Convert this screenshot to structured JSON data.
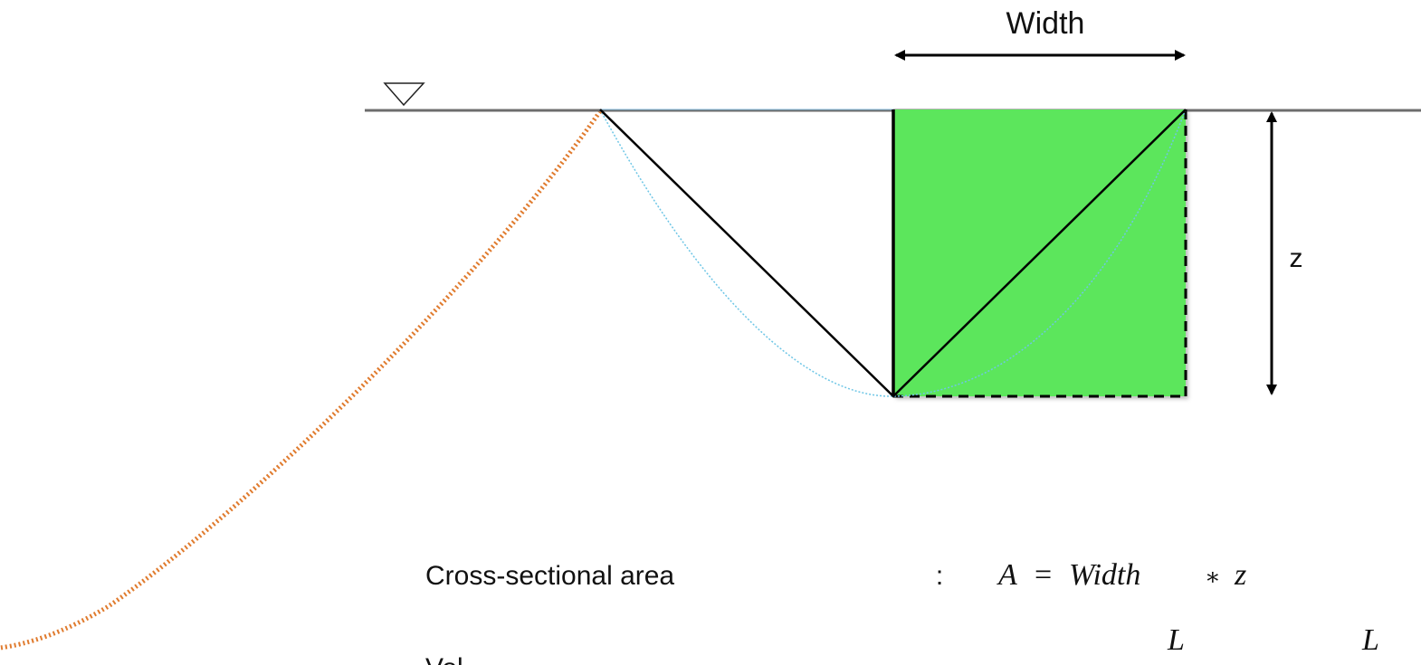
{
  "width_label": "Width",
  "depth_label": "z",
  "formulas": [
    {
      "label": "Cross-sectional area",
      "colon": ":",
      "lhs": "A",
      "equals": "=",
      "rhs_term": "Width",
      "operator": "∗",
      "rhs_factor": "z"
    },
    {
      "label": "Vol"
    }
  ],
  "partial_glyphs": [
    "L",
    "L"
  ],
  "colors": {
    "fill": "#5ce65c",
    "orange_dotted": "#e07b2e",
    "blue_dotted": "#6ec6e6",
    "water_line": "#6d6d6d",
    "stroke": "#000000"
  },
  "icons": {
    "water_level": "inverted-triangle-icon",
    "width_arrow": "double-arrow-horizontal-icon",
    "depth_arrow": "double-arrow-vertical-icon"
  }
}
